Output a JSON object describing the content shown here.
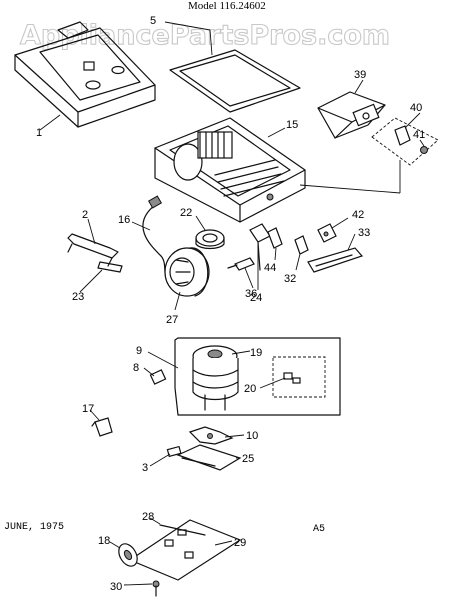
{
  "header": {
    "model": "Model 116.24602"
  },
  "watermark": "AppliancePartsPros.com",
  "footer": {
    "date": "JUNE, 1975",
    "code": "A5"
  },
  "callouts": [
    {
      "id": "c1",
      "label": "1"
    },
    {
      "id": "c5",
      "label": "5"
    },
    {
      "id": "c39",
      "label": "39"
    },
    {
      "id": "c40",
      "label": "40"
    },
    {
      "id": "c41",
      "label": "41"
    },
    {
      "id": "c15",
      "label": "15"
    },
    {
      "id": "c2",
      "label": "2"
    },
    {
      "id": "c16",
      "label": "16"
    },
    {
      "id": "c22",
      "label": "22"
    },
    {
      "id": "c42",
      "label": "42"
    },
    {
      "id": "c33",
      "label": "33"
    },
    {
      "id": "c32",
      "label": "32"
    },
    {
      "id": "c44",
      "label": "44"
    },
    {
      "id": "c23",
      "label": "23"
    },
    {
      "id": "c36",
      "label": "36"
    },
    {
      "id": "c24",
      "label": "24"
    },
    {
      "id": "c27",
      "label": "27"
    },
    {
      "id": "c9",
      "label": "9"
    },
    {
      "id": "c19",
      "label": "19"
    },
    {
      "id": "c8",
      "label": "8"
    },
    {
      "id": "c20",
      "label": "20"
    },
    {
      "id": "c17",
      "label": "17"
    },
    {
      "id": "c10",
      "label": "10"
    },
    {
      "id": "c3",
      "label": "3"
    },
    {
      "id": "c25",
      "label": "25"
    },
    {
      "id": "c28",
      "label": "28"
    },
    {
      "id": "c18",
      "label": "18"
    },
    {
      "id": "c29",
      "label": "29"
    },
    {
      "id": "c30",
      "label": "30"
    }
  ]
}
